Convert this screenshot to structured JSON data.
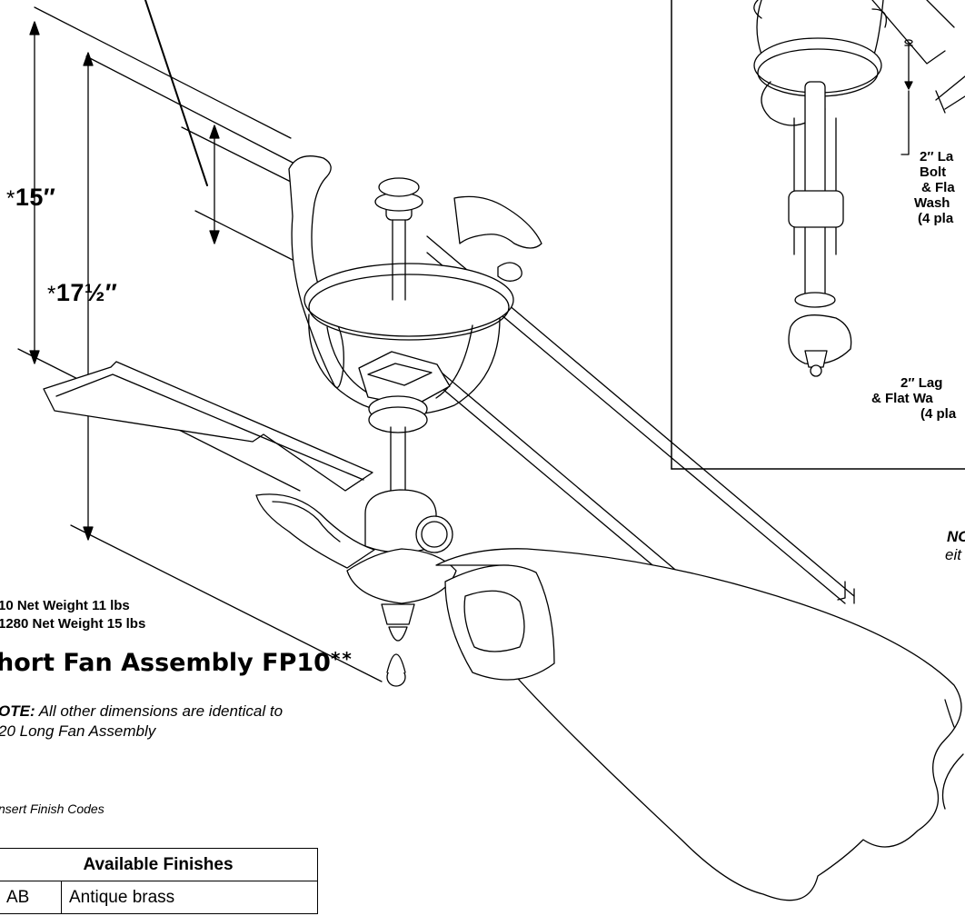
{
  "dimensions": {
    "star": "*",
    "short_height": "15″",
    "long_height": "17½″"
  },
  "weights": {
    "line1": "10 Net Weight 11 lbs",
    "line2": "1280 Net Weight 15 lbs"
  },
  "section": {
    "title": "hort Fan Assembly FP10",
    "title_suffix": "**",
    "note_label": "OTE:",
    "note_text": " All other dimensions are identical to",
    "note_line2": "20 Long Fan Assembly",
    "finish_codes_note": "nsert Finish Codes"
  },
  "finishes": {
    "header": "Available Finishes",
    "rows": [
      {
        "code": "AB",
        "name": "Antique brass"
      }
    ]
  },
  "inset": {
    "lag_bolt_label_1": "2″ La",
    "lag_bolt_label_2": "Bolt",
    "lag_bolt_label_3": "& Fla",
    "lag_bolt_label_4": "Wash",
    "lag_bolt_label_5": "(4 pla",
    "lag_bolt_b_1": "2″ Lag",
    "lag_bolt_b_2": "& Flat Wa",
    "lag_bolt_b_3": "(4 pla"
  },
  "right_note": {
    "line1": "NC",
    "line2": "eit"
  }
}
